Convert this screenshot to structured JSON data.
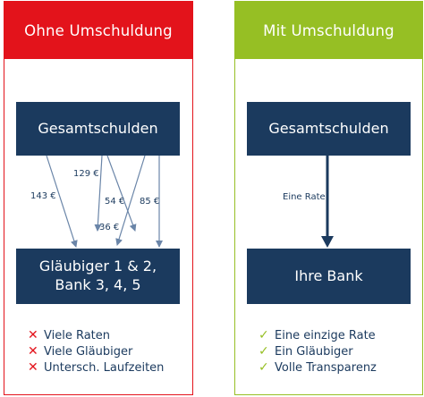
{
  "left": {
    "title": "Ohne Umschuldung",
    "top_box": "Gesamtschulden",
    "bottom_box_line1": "Gläubiger 1 & 2,",
    "bottom_box_line2": "Bank 3, 4, 5",
    "flows": [
      {
        "label": "143 €"
      },
      {
        "label": "129 €"
      },
      {
        "label": "54 €"
      },
      {
        "label": "36 €"
      },
      {
        "label": "85 €"
      }
    ],
    "items": [
      "Viele Raten",
      "Viele Gläubiger",
      "Untersch. Laufzeiten"
    ],
    "mark": "✕"
  },
  "right": {
    "title": "Mit Umschuldung",
    "top_box": "Gesamtschulden",
    "bottom_box": "Ihre Bank",
    "flow_label": "Eine Rate",
    "items": [
      "Eine einzige Rate",
      "Ein Gläubiger",
      "Volle Transparenz"
    ],
    "mark": "✓"
  },
  "colors": {
    "red": "#e3131b",
    "green": "#96bf24",
    "navy": "#1b3a5e",
    "arrow": "#6a85a8"
  }
}
